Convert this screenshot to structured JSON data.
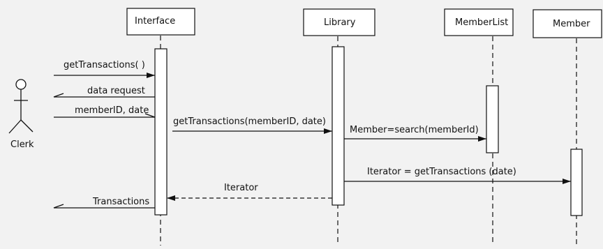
{
  "diagram": {
    "actor": {
      "label": "Clerk"
    },
    "objects": [
      {
        "label": "Interface"
      },
      {
        "label": "Library"
      },
      {
        "label": "MemberList"
      },
      {
        "label": "Member"
      }
    ],
    "messages": [
      {
        "label": "getTransactions( )",
        "kind": "sync"
      },
      {
        "label": "data request",
        "kind": "async"
      },
      {
        "label": "memberID, date",
        "kind": "async"
      },
      {
        "label": "getTransactions(memberID, date)",
        "kind": "sync"
      },
      {
        "label": "Member=search(memberId)",
        "kind": "sync"
      },
      {
        "label": "Iterator = getTransactions (date)",
        "kind": "sync"
      },
      {
        "label": "Iterator",
        "kind": "return"
      },
      {
        "label": "Transactions",
        "kind": "async"
      }
    ]
  },
  "colors": {
    "background": "#f2f2f2",
    "line": "#111111",
    "box_fill": "#ffffff"
  }
}
